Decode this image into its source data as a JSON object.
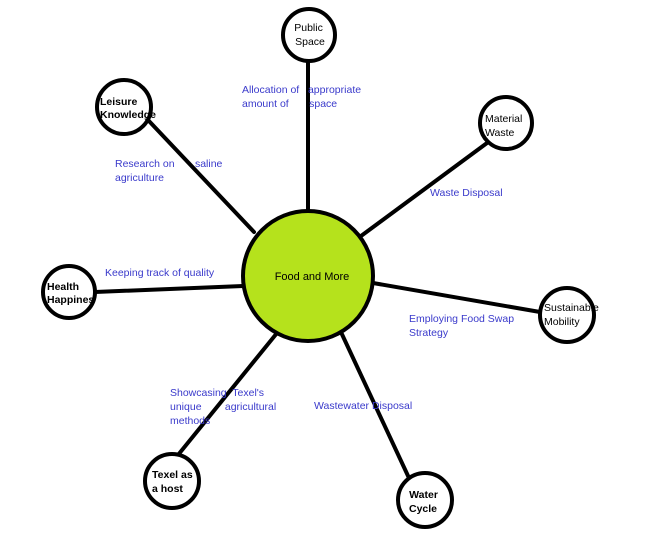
{
  "colors": {
    "center_fill": "#b5e21c",
    "edge_label": "#3a3acb",
    "stroke": "#000000"
  },
  "center": {
    "label": "Food and More"
  },
  "nodes": {
    "public_space": {
      "lines": [
        "Public",
        "Space"
      ]
    },
    "material_waste": {
      "lines": [
        "Material",
        "Waste"
      ]
    },
    "sustainable_mobility": {
      "lines": [
        "Sustainable",
        "Mobility"
      ]
    },
    "water_cycle": {
      "lines": [
        "Water",
        "Cycle"
      ]
    },
    "texel_host": {
      "lines": [
        "Texel as",
        "a host"
      ]
    },
    "health_happiness": {
      "lines": [
        "Health",
        "Happines"
      ]
    },
    "leisure_knowledge": {
      "lines": [
        "Leisure",
        "Knowledge"
      ]
    }
  },
  "edge_labels": {
    "public_space": {
      "lines": [
        "Allocation of   appropriate",
        "amount of       space"
      ]
    },
    "material_waste": {
      "lines": [
        "Waste Disposal"
      ]
    },
    "sustainable_mobility": {
      "lines": [
        "Employing Food Swap",
        "Strategy"
      ]
    },
    "water_cycle": {
      "lines": [
        "Wastewater Disposal"
      ]
    },
    "texel_host": {
      "lines": [
        "Showcasing  Texel's",
        "unique        agricultural",
        "methods"
      ]
    },
    "health_happiness": {
      "lines": [
        "Keeping track of quality"
      ]
    },
    "leisure_knowledge": {
      "lines": [
        "Research on       saline",
        "agriculture"
      ]
    }
  }
}
